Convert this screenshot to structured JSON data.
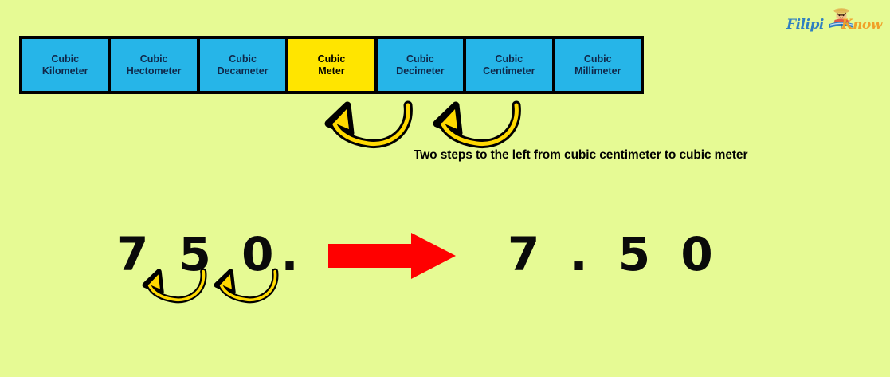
{
  "background_color": "#e6fa94",
  "logo": {
    "text_primary": "Filipi",
    "text_secondary": "Know",
    "icon": "student-reading-book-icon",
    "primary_color": "#2f7fc1",
    "secondary_color": "#f0a028"
  },
  "scale_bar": {
    "cells": [
      {
        "line1": "Cubic",
        "line2": "Kilometer",
        "highlighted": false
      },
      {
        "line1": "Cubic",
        "line2": "Hectometer",
        "highlighted": false
      },
      {
        "line1": "Cubic",
        "line2": "Decameter",
        "highlighted": false
      },
      {
        "line1": "Cubic",
        "line2": "Meter",
        "highlighted": true
      },
      {
        "line1": "Cubic",
        "line2": "Decimeter",
        "highlighted": false
      },
      {
        "line1": "Cubic",
        "line2": "Centimeter",
        "highlighted": false
      },
      {
        "line1": "Cubic",
        "line2": "Millimeter",
        "highlighted": false
      }
    ],
    "cell_color": "#26b5e8",
    "highlight_color": "#ffe500",
    "border_color": "#000000"
  },
  "caption": "Two steps to the left from cubic centimeter to cubic meter",
  "conversion": {
    "value_before": "7 5 0.",
    "value_after": "7 . 5 0",
    "arrow_color": "#ff0000"
  },
  "arrows": {
    "curve_fill": "#ffd900",
    "curve_stroke": "#000000",
    "top_arrow_1": "curved-left-arrow",
    "top_arrow_2": "curved-left-arrow",
    "number_arrow_1": "curved-left-arrow",
    "number_arrow_2": "curved-left-arrow"
  }
}
